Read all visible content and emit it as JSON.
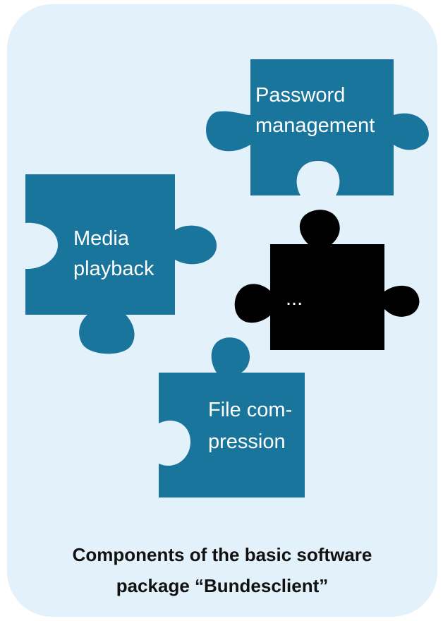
{
  "colors": {
    "panel_background": "#e3f1fa",
    "piece_blue": "#1a759c",
    "piece_black": "#000000",
    "piece_text": "#ffffff",
    "caption_text": "#111111"
  },
  "pieces": [
    {
      "id": "password",
      "color": "#1a759c",
      "lines": [
        "Password",
        "management"
      ]
    },
    {
      "id": "media",
      "color": "#1a759c",
      "lines": [
        "Media",
        "playback"
      ]
    },
    {
      "id": "more",
      "color": "#000000",
      "lines": [
        "..."
      ]
    },
    {
      "id": "file",
      "color": "#1a759c",
      "lines": [
        "File com-",
        "pression"
      ]
    }
  ],
  "caption": {
    "line1": "Components of the basic software",
    "line2": "package “Bundesclient”"
  }
}
